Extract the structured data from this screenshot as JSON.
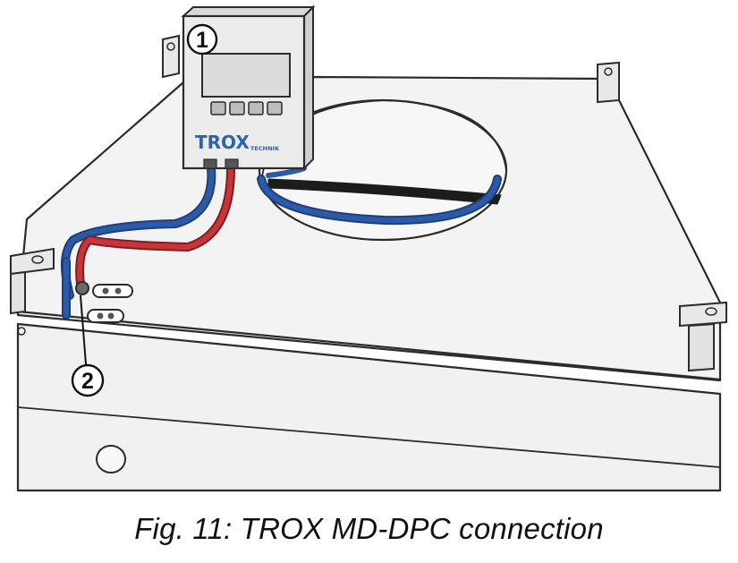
{
  "figure": {
    "caption": "Fig. 11: TROX MD-DPC connection",
    "callouts": [
      {
        "label": "1",
        "target": "differential-pressure-controller"
      },
      {
        "label": "2",
        "target": "measuring-point-connection"
      }
    ],
    "device": {
      "brand": "TROX",
      "sub_brand": "TECHNIK"
    },
    "colors": {
      "tube_blue": "#2c5aa6",
      "tube_red": "#c8343a",
      "outline": "#2b2b2b",
      "body_fill": "#f2f2f2",
      "brand_blue": "#2a63b6"
    }
  }
}
